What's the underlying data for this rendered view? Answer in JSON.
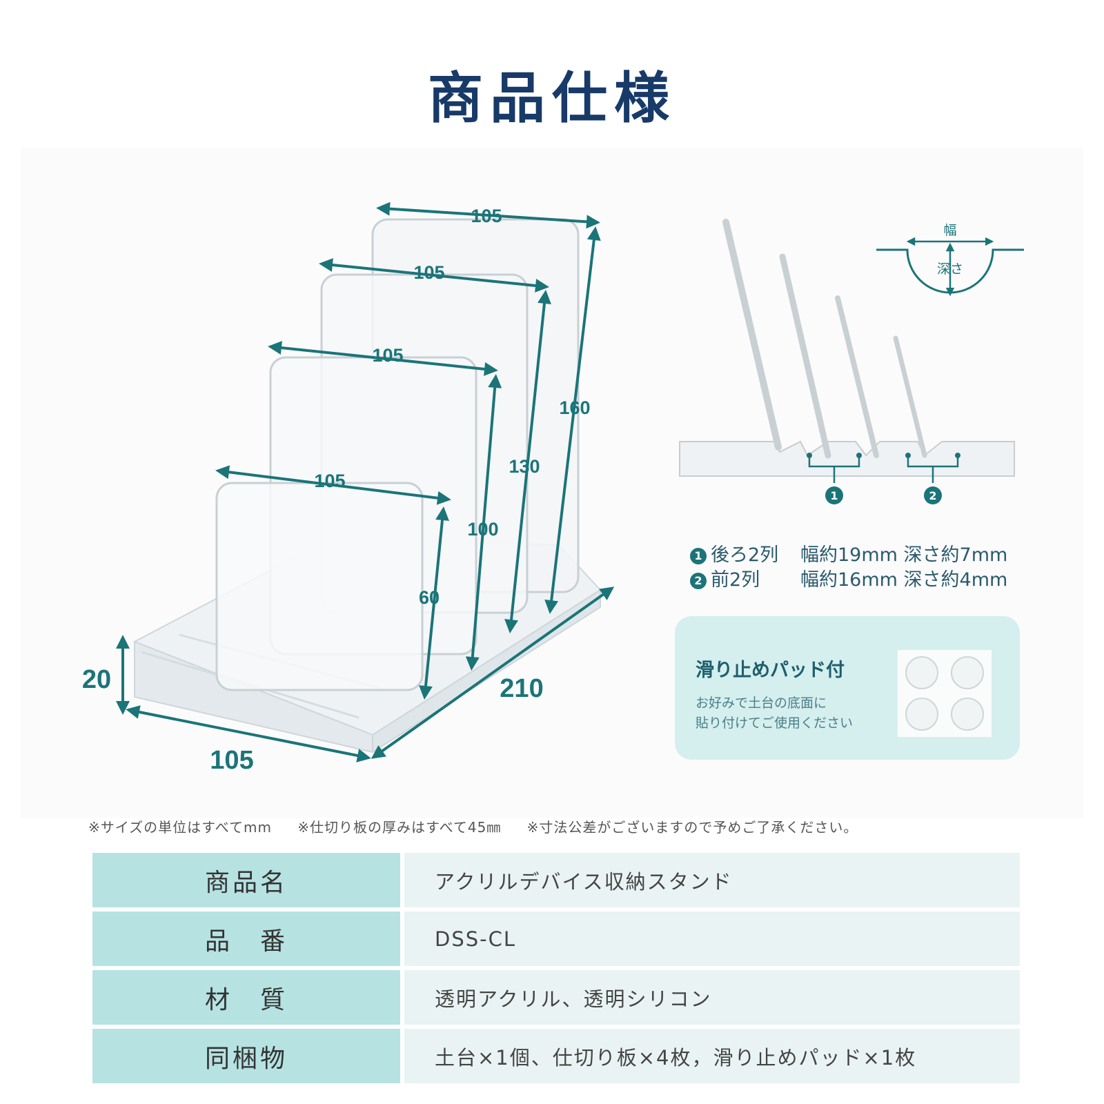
{
  "page": {
    "title": "商品仕様"
  },
  "dimensions": {
    "divider_widths": [
      "105",
      "105",
      "105",
      "105"
    ],
    "divider_heights": [
      "160",
      "130",
      "100",
      "60"
    ],
    "base_height": "20",
    "base_width": "105",
    "base_length": "210"
  },
  "slot_diagram": {
    "width_label": "幅",
    "depth_label": "深さ",
    "marker_1": "1",
    "marker_2": "2"
  },
  "slot_specs": [
    {
      "num": "1",
      "label": "後ろ2列",
      "spec": "幅約19mm 深さ約7mm"
    },
    {
      "num": "2",
      "label": "前2列",
      "spec": "幅約16mm 深さ約4mm"
    }
  ],
  "pad": {
    "title": "滑り止めパッド付",
    "desc_line1": "お好みで土台の底面に",
    "desc_line2": "貼り付けてご使用ください"
  },
  "notes": [
    "※サイズの単位はすべてmm",
    "※仕切り板の厚みはすべて45㎜",
    "※寸法公差がございますので予めご了承ください。"
  ],
  "spec_table": [
    {
      "label": "商品名",
      "value": "アクリルデバイス収納スタンド"
    },
    {
      "label": "品　番",
      "value": "DSS-CL"
    },
    {
      "label": "材　質",
      "value": "透明アクリル、透明シリコン"
    },
    {
      "label": "同梱物",
      "value": "土台×1個、仕切り板×4枚，滑り止めパッド×1枚"
    }
  ],
  "colors": {
    "title": "#173a68",
    "accent": "#1b7478",
    "table_header": "#b6e2e2",
    "table_value": "#e9f3f3",
    "pad_card": "#d5eeee"
  }
}
